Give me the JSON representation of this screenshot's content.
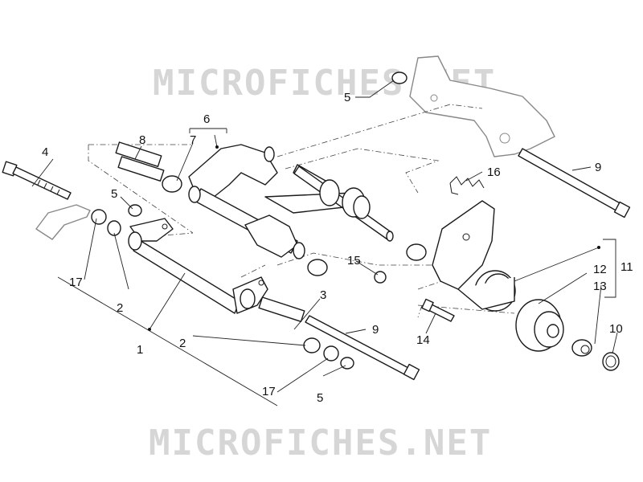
{
  "watermark": {
    "text": "MICROFICHES.NET",
    "color": "#d6d6d6"
  },
  "callouts": {
    "c1": "1",
    "c2a": "2",
    "c2b": "2",
    "c3": "3",
    "c4": "4",
    "c5a": "5",
    "c5b": "5",
    "c5c": "5",
    "c6": "6",
    "c7": "7",
    "c8": "8",
    "c9a": "9",
    "c9b": "9",
    "c10": "10",
    "c11": "11",
    "c12": "12",
    "c13": "13",
    "c14": "14",
    "c15": "15",
    "c16": "16",
    "c17a": "17",
    "c17b": "17"
  }
}
